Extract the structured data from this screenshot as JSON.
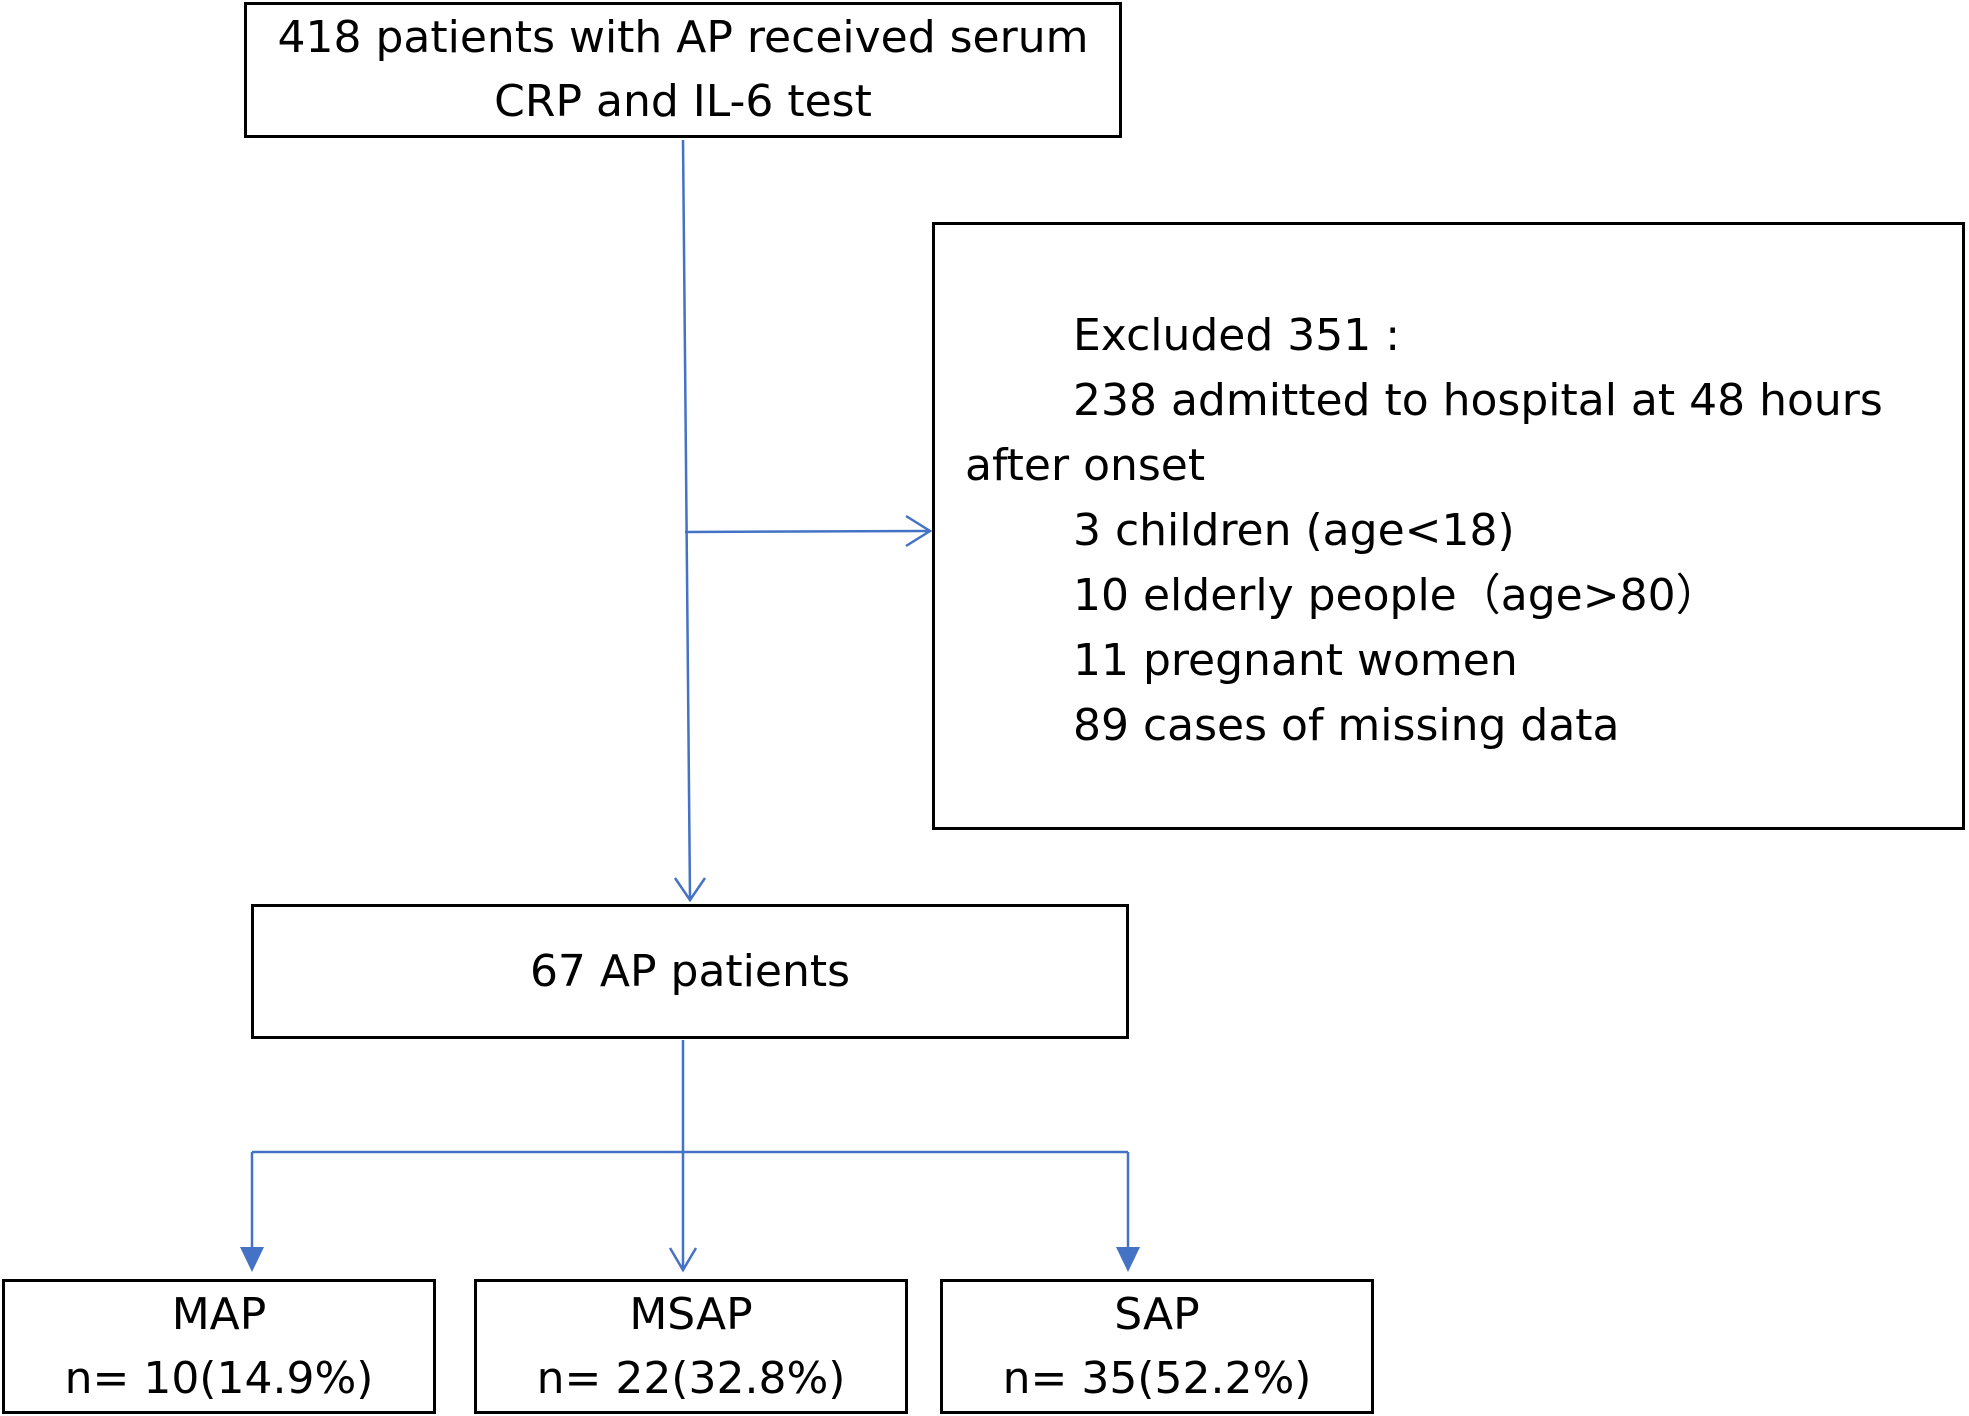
{
  "nodes": {
    "start": {
      "lines": [
        "418 patients with AP received serum",
        "CRP and IL-6 test"
      ]
    },
    "excluded": {
      "heading": "Excluded 351 :",
      "lines": [
        {
          "text": "238 admitted to hospital at 48 hours",
          "indent": true
        },
        {
          "text": "after onset",
          "indent": false
        },
        {
          "text": "3 children (age<18)",
          "indent": true
        },
        {
          "text": "10 elderly people（age>80）",
          "indent": true
        },
        {
          "text": "11 pregnant women",
          "indent": true
        },
        {
          "text": "89 cases of missing data",
          "indent": true
        }
      ]
    },
    "included": {
      "label": "67 AP patients"
    },
    "groups": [
      {
        "name": "MAP",
        "count": "n= 10(14.9%)"
      },
      {
        "name": "MSAP",
        "count": "n= 22(32.8%)"
      },
      {
        "name": "SAP",
        "count": "n= 35(52.2%)"
      }
    ]
  },
  "colors": {
    "connector": "#4472C4",
    "border": "#000000"
  }
}
